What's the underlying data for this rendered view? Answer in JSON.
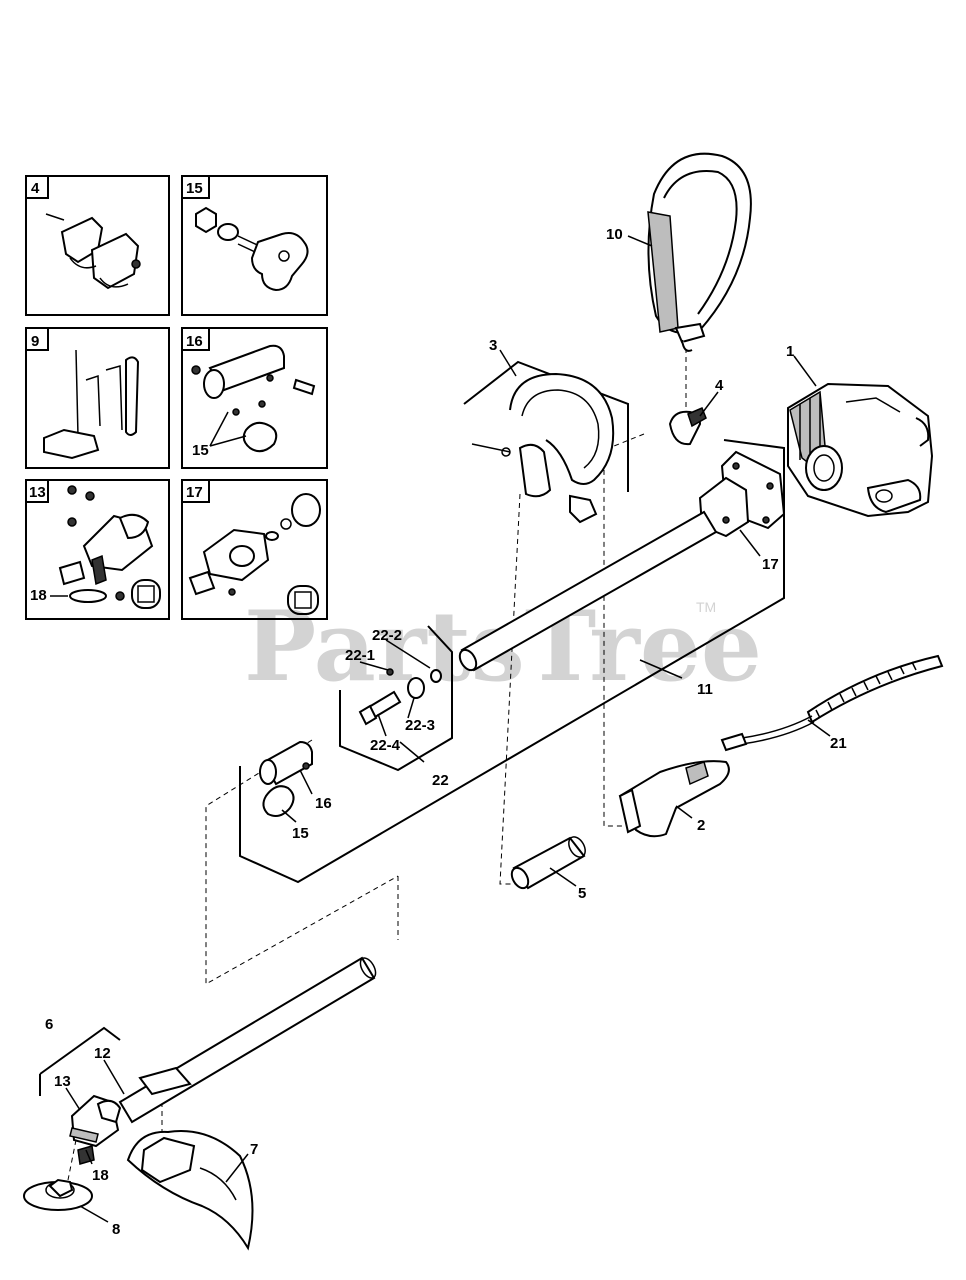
{
  "watermark": {
    "text": "PartsTree",
    "trademark": "TM"
  },
  "insets": [
    {
      "label": "4"
    },
    {
      "label": "15"
    },
    {
      "label": "9"
    },
    {
      "label": "16"
    },
    {
      "label": "13"
    },
    {
      "label": "17"
    }
  ],
  "inset_callouts": {
    "inset16_part15": "15",
    "inset13_part18": "18"
  },
  "callouts": {
    "p1": "1",
    "p2": "2",
    "p3": "3",
    "p4": "4",
    "p5": "5",
    "p6": "6",
    "p7": "7",
    "p8": "8",
    "p10": "10",
    "p11": "11",
    "p12": "12",
    "p13": "13",
    "p15": "15",
    "p16": "16",
    "p17": "17",
    "p18": "18",
    "p21": "21",
    "p22": "22",
    "p22_1": "22-1",
    "p22_2": "22-2",
    "p22_3": "22-3",
    "p22_4": "22-4"
  }
}
